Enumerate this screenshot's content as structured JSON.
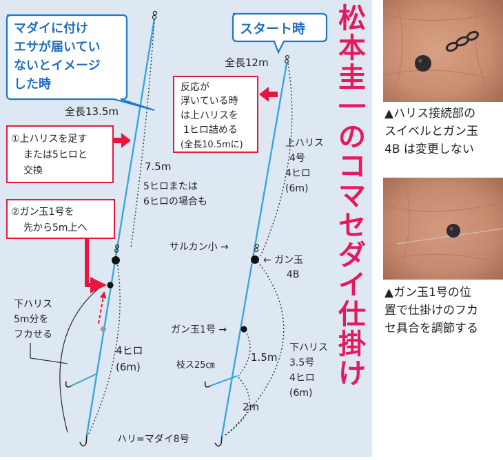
{
  "title": "松本圭一のコマセダイ仕掛け",
  "left_rig": {
    "callout": [
      "マダイに付け",
      "エサが届いてい",
      "ないとイメージ",
      "した時"
    ],
    "total_length": "全長13.5m",
    "step1": [
      "①上ハリスを足す",
      "または5ヒロと",
      "交換"
    ],
    "length_75": "7.5m",
    "note_56": [
      "5ヒロまたは",
      "6ヒロの場合も"
    ],
    "step2": [
      "②ガン玉1号を",
      "先から5m上へ"
    ],
    "lower_leader": [
      "下ハリス",
      "5m分を",
      "フカせる"
    ],
    "hiro4": "4ヒロ",
    "m6": "(6m)"
  },
  "right_rig": {
    "callout": "スタート時",
    "total_length": "全長12m",
    "reaction_note": [
      "反応が",
      "浮いている時",
      "は上ハリスを",
      "1ヒロ詰める",
      "(全長10.5mに)"
    ],
    "upper_leader": [
      "上ハリス",
      "4号",
      "4ヒロ",
      "(6m)"
    ],
    "swivel": "サルカン小 →",
    "shot_4b": [
      "← ガン玉",
      "4B"
    ],
    "shot_1": "ガン玉1号 →",
    "branch": "枝ス25㎝",
    "m15": "1.5m",
    "lower_leader": [
      "下ハリス",
      "3.5号",
      "4ヒロ",
      "(6m)"
    ],
    "m2": "2m",
    "hook": "ハリ=マダイ8号"
  },
  "photos": [
    {
      "caption": [
        "▲ハリス接続部の",
        "スイベルとガン玉",
        "4B は変更しない"
      ]
    },
    {
      "caption": [
        "▲ガン玉1号の位",
        "置で仕掛けのフカ",
        "セ具合を調節する"
      ]
    }
  ],
  "colors": {
    "line": "#3aa5dc",
    "accent": "#e5195e",
    "arrow": "#e8163d",
    "callout_border": "#1f78c8",
    "panel": "#dde8f2"
  }
}
